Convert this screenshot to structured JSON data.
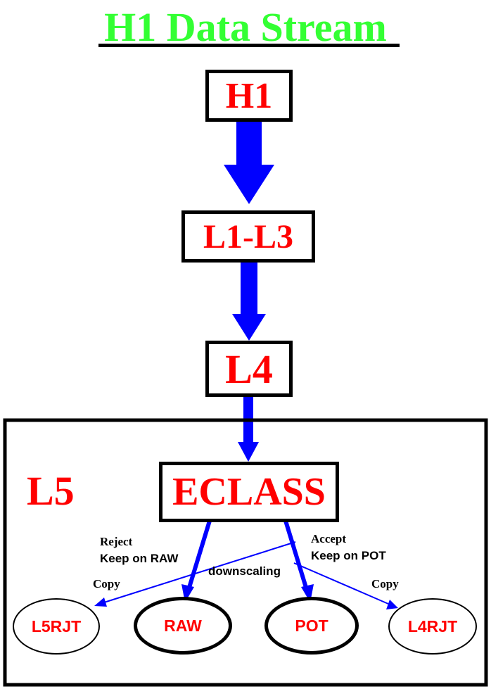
{
  "colors": {
    "title": "#33ff33",
    "node_text": "#ff0000",
    "arrow": "#0000ff",
    "line": "#000000"
  },
  "title": "H1 Data Stream",
  "nodes": {
    "h1": "H1",
    "l1_l3": "L1-L3",
    "l4": "L4",
    "l5": "L5",
    "eclass": "ECLASS",
    "l5rjt": "L5RJT",
    "raw": "RAW",
    "pot": "POT",
    "l4rjt": "L4RJT"
  },
  "labels": {
    "reject": "Reject",
    "keep_on_raw": "Keep on RAW",
    "accept": "Accept",
    "keep_on_pot": "Keep on POT",
    "downscaling": "downscaling",
    "copy_left": "Copy",
    "copy_right": "Copy"
  }
}
